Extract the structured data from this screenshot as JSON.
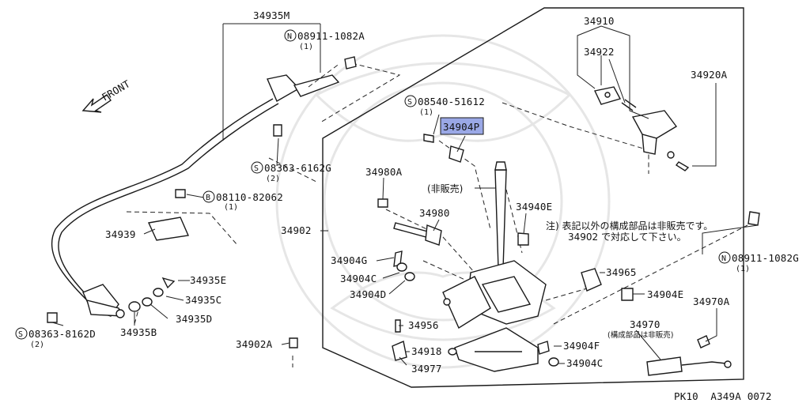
{
  "labels": {
    "p34935M": "34935M",
    "n08911_top": "08911-1082A",
    "n08911_top_qty": "(1)",
    "front": "FRONT",
    "s08540": "08540-51612",
    "s08540_qty": "(1)",
    "p34904P": "34904P",
    "s08363_6162": "08363-6162G",
    "s08363_6162_qty": "(2)",
    "p34980A": "34980A",
    "hibaihin": "(非販売)",
    "b08110": "08110-82062",
    "b08110_qty": "(1)",
    "p34980": "34980",
    "p34939": "34939",
    "p34902": "34902",
    "p34940E": "34940E",
    "note_line1": "注) 表記以外の構成部品は非販売です。",
    "note_line2": "34902 で対応して下さい。",
    "p34904G": "34904G",
    "p34904C_a": "34904C",
    "p34904D": "34904D",
    "p34935E": "34935E",
    "p34935C": "34935C",
    "p34935D": "34935D",
    "p34935B": "34935B",
    "s08363_8162": "08363-8162D",
    "s08363_8162_qty": "(2)",
    "p34965": "34965",
    "p34904E": "34904E",
    "n08911_right": "08911-1082G",
    "n08911_right_qty": "(1)",
    "p34970A": "34970A",
    "p34970": "34970",
    "p34970_note": "(構成部品は非販売)",
    "p34956": "34956",
    "p34918": "34918",
    "p34977": "34977",
    "p34904F": "34904F",
    "p34904C_b": "34904C",
    "p34902A": "34902A",
    "p34910": "34910",
    "p34922": "34922",
    "p34920A": "34920A",
    "footer": "PK10  A349A 0072"
  },
  "prefix": {
    "N": "N",
    "S": "S",
    "B": "B"
  },
  "colors": {
    "highlight": "#9aa8e6",
    "line": "#1a1a1a"
  }
}
